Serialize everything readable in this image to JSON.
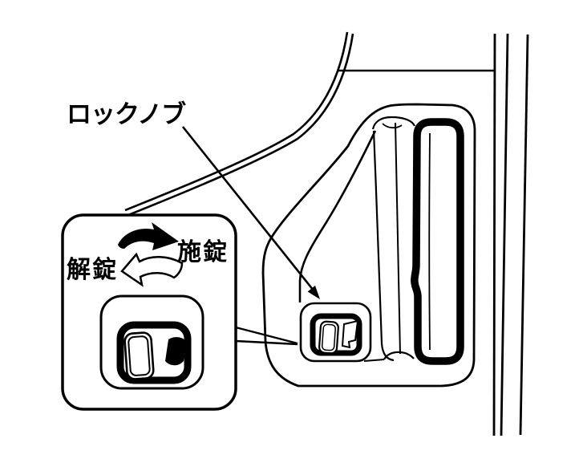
{
  "figure": {
    "type": "owners-manual-line-illustration",
    "subject": "door-interior-lock-knob",
    "labels": {
      "lock_knob": "ロックノブ",
      "lock": "施錠",
      "unlock": "解錠"
    },
    "icons": {
      "lock_direction": "clockwise-curved-arrow-filled",
      "unlock_direction": "counterclockwise-curved-arrow-outline"
    },
    "colors": {
      "line": "#000000",
      "background": "#ffffff"
    }
  }
}
